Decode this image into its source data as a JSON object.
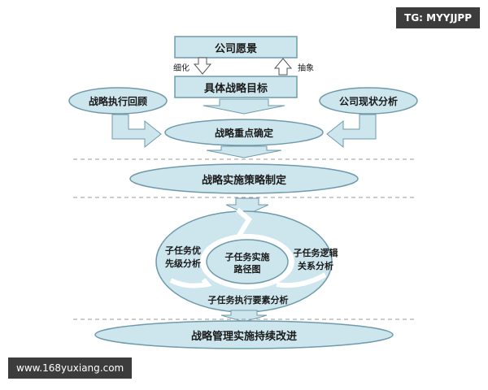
{
  "watermark": {
    "tag": "TG: MYYJJPP",
    "site": "www.168yuxiang.com"
  },
  "diagram": {
    "vision": "公司愿景",
    "refine": "细化",
    "abstract": "抽象",
    "specific_goals": "具体战略目标",
    "review": "战略执行回顾",
    "analysis": "公司现状分析",
    "focus": "战略重点确定",
    "strategy": "战略实施策略制定",
    "priority_line1": "子任务优",
    "priority_line2": "先级分析",
    "logic_line1": "子任务逻辑",
    "logic_line2": "关系分析",
    "roadmap_line1": "子任务实施",
    "roadmap_line2": "路径图",
    "elements": "子任务执行要素分析",
    "improve": "战略管理实施持续改进"
  },
  "colors": {
    "fill": "#cde6ee",
    "stroke": "#6f9aab",
    "text": "#1a1a1a",
    "dash": "#999999"
  }
}
